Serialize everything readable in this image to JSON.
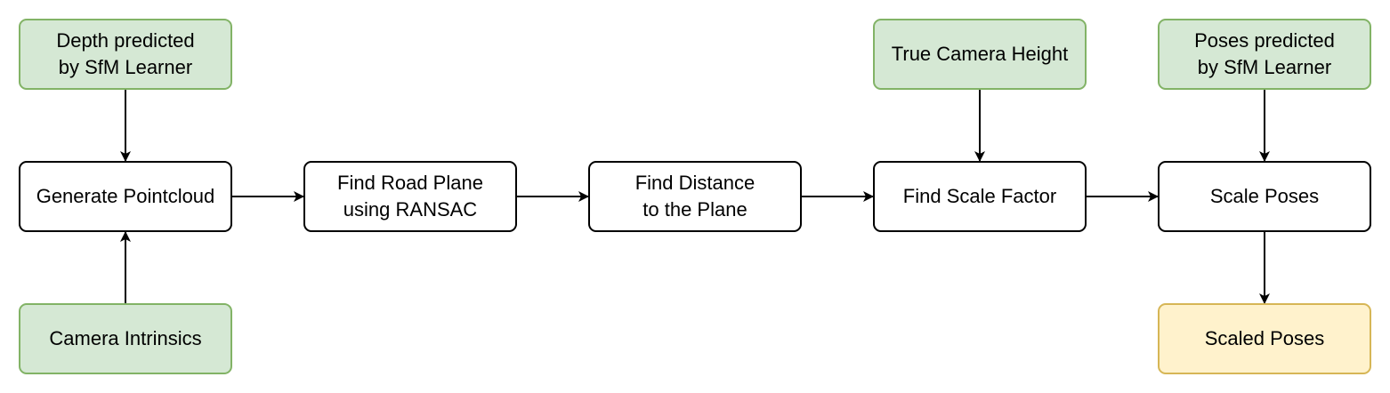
{
  "colors": {
    "input_fill": "#d5e8d4",
    "input_stroke": "#82b366",
    "process_fill": "#ffffff",
    "process_stroke": "#000000",
    "output_fill": "#fff2cc",
    "output_stroke": "#d6b656",
    "arrow": "#000000"
  },
  "nodes": {
    "depth_input": {
      "line1": "Depth predicted",
      "line2": "by SfM Learner"
    },
    "generate_pointcloud": {
      "label": "Generate Pointcloud"
    },
    "camera_intrinsics": {
      "label": "Camera Intrinsics"
    },
    "find_road_plane": {
      "line1": "Find Road Plane",
      "line2": "using RANSAC"
    },
    "find_distance": {
      "line1": "Find Distance",
      "line2": "to the Plane"
    },
    "true_camera_height": {
      "label": "True Camera Height"
    },
    "find_scale_factor": {
      "label": "Find Scale Factor"
    },
    "poses_input": {
      "line1": "Poses predicted",
      "line2": "by SfM Learner"
    },
    "scale_poses": {
      "label": "Scale Poses"
    },
    "scaled_poses": {
      "label": "Scaled Poses"
    }
  },
  "edges": [
    {
      "from": "depth_input",
      "to": "generate_pointcloud"
    },
    {
      "from": "camera_intrinsics",
      "to": "generate_pointcloud"
    },
    {
      "from": "generate_pointcloud",
      "to": "find_road_plane"
    },
    {
      "from": "find_road_plane",
      "to": "find_distance"
    },
    {
      "from": "find_distance",
      "to": "find_scale_factor"
    },
    {
      "from": "true_camera_height",
      "to": "find_scale_factor"
    },
    {
      "from": "find_scale_factor",
      "to": "scale_poses"
    },
    {
      "from": "poses_input",
      "to": "scale_poses"
    },
    {
      "from": "scale_poses",
      "to": "scaled_poses"
    }
  ]
}
